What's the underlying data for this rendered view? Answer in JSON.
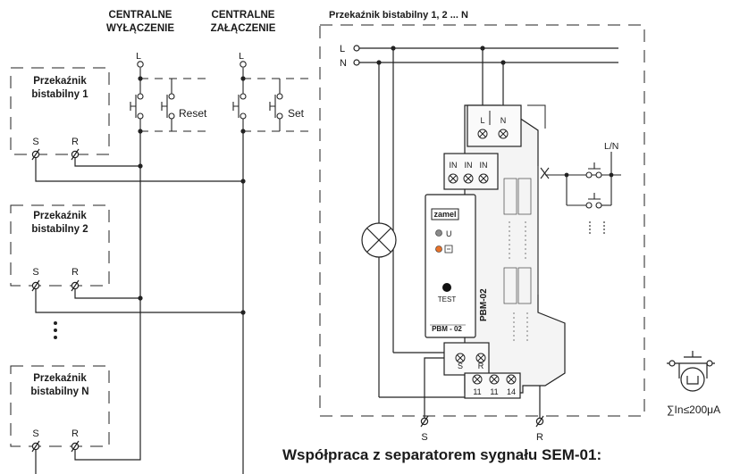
{
  "headings": {
    "central_off_line1": "CENTRALNE",
    "central_off_line2": "WYŁĄCZENIE",
    "central_on_line1": "CENTRALNE",
    "central_on_line2": "ZAŁĄCZENIE"
  },
  "relay_boxes": [
    {
      "line1": "Przekaźnik",
      "line2": "bistabilny 1",
      "s": "S",
      "r": "R"
    },
    {
      "line1": "Przekaźnik",
      "line2": "bistabilny 2",
      "s": "S",
      "r": "R"
    },
    {
      "line1": "Przekaźnik",
      "line2": "bistabilny N",
      "s": "S",
      "r": "R"
    }
  ],
  "buttons": {
    "reset": "Reset",
    "set": "Set",
    "l_left": "L",
    "l_right": "L"
  },
  "panel": {
    "title": "Przekaźnik bistabilny 1, 2 ... N",
    "l": "L",
    "n": "N",
    "s": "S",
    "r": "R"
  },
  "device": {
    "brand": "zamel",
    "led_u": "U",
    "test": "TEST",
    "model": "PBM - 02",
    "side_model": "PBM-02",
    "top_terminals": [
      "L",
      "N"
    ],
    "in_terminals": [
      "IN",
      "IN",
      "IN"
    ],
    "bottom_terminals": [
      "S",
      "R"
    ],
    "contact_terminals": [
      "11",
      "11",
      "14"
    ]
  },
  "ext_buttons": {
    "ln_label": "L/N"
  },
  "separator": {
    "formula": "∑In≤200μA"
  },
  "caption": "Współpraca z separatorem sygnału SEM-01:"
}
